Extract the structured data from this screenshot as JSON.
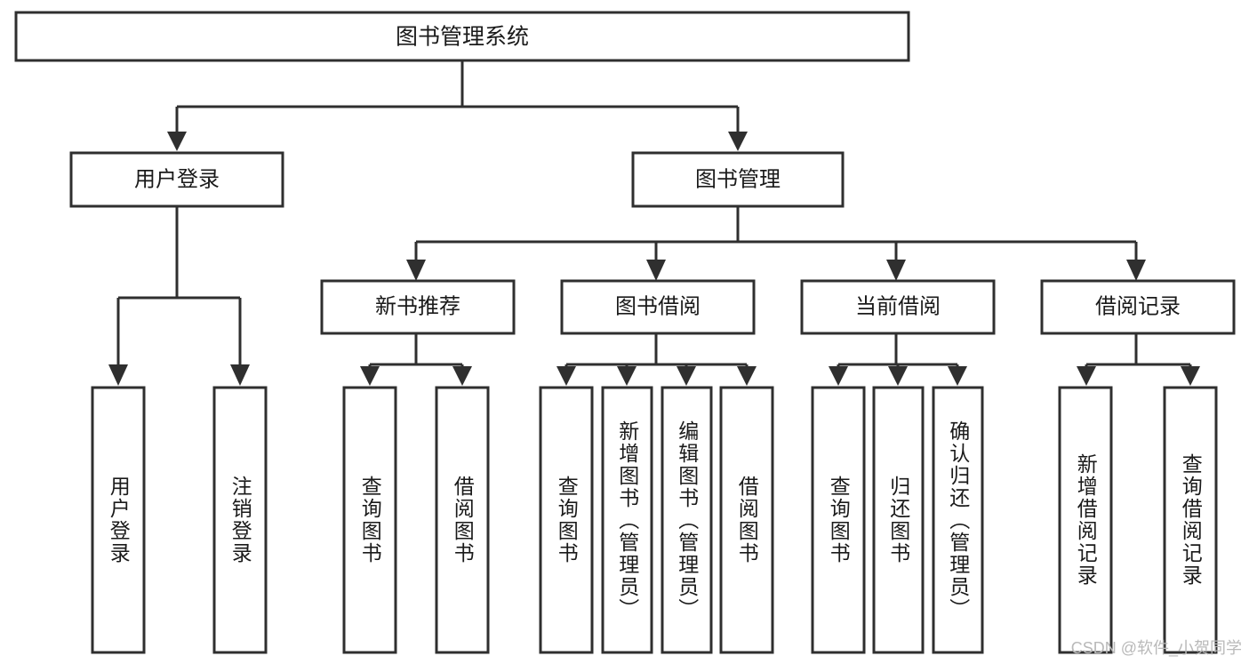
{
  "diagram": {
    "title": "图书管理系统",
    "watermark": "CSDN @软件_小贺同学",
    "accent_color": "#2f2f2f",
    "box_fill": "#ffffff",
    "text_color": "#1a1a1a",
    "root": {
      "label": "图书管理系统"
    },
    "level2": [
      {
        "label": "用户登录"
      },
      {
        "label": "图书管理"
      }
    ],
    "level3": [
      {
        "label": "新书推荐"
      },
      {
        "label": "图书借阅"
      },
      {
        "label": "当前借阅"
      },
      {
        "label": "借阅记录"
      }
    ],
    "leaves": {
      "user_login": [
        {
          "label": "用户登录"
        },
        {
          "label": "注销登录"
        }
      ],
      "new_book_recommend": [
        {
          "label": "查询图书"
        },
        {
          "label": "借阅图书"
        }
      ],
      "book_borrow": [
        {
          "label": "查询图书"
        },
        {
          "label": "新增图书（管理员）"
        },
        {
          "label": "编辑图书（管理员）"
        },
        {
          "label": "借阅图书"
        }
      ],
      "current_borrow": [
        {
          "label": "查询图书"
        },
        {
          "label": "归还图书"
        },
        {
          "label": "确认归还（管理员）"
        }
      ],
      "borrow_records": [
        {
          "label": "新增借阅记录"
        },
        {
          "label": "查询借阅记录"
        }
      ]
    }
  }
}
